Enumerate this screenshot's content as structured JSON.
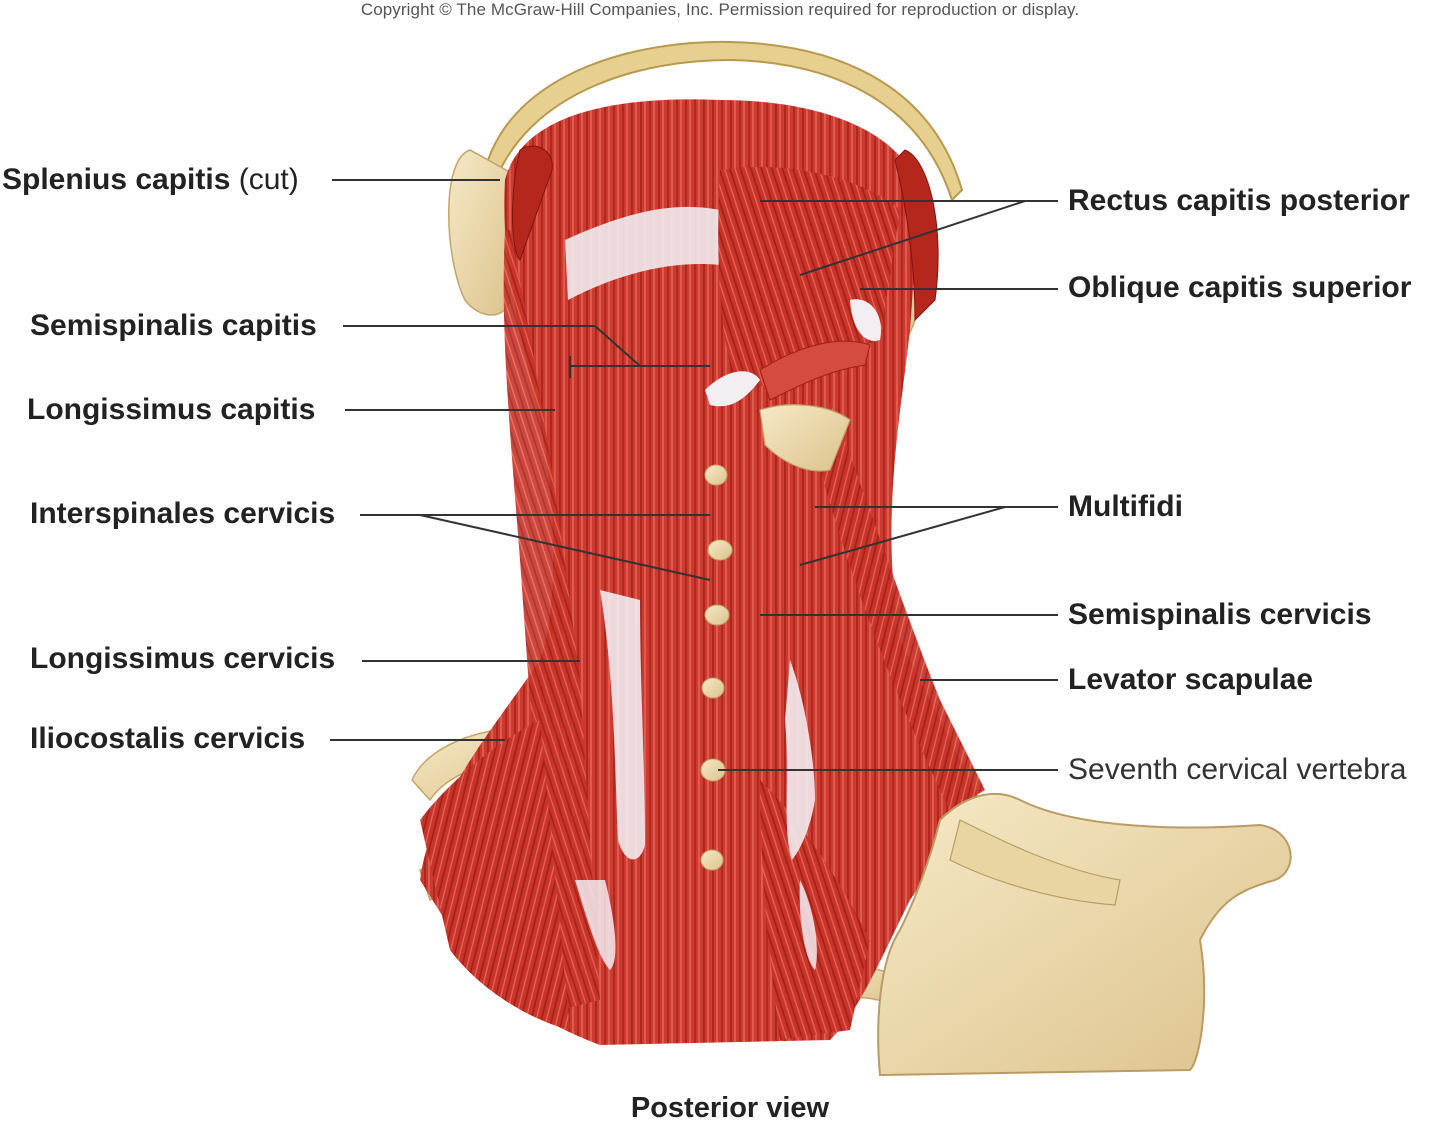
{
  "copyright": "Copyright © The McGraw-Hill Companies, Inc. Permission required for reproduction or display.",
  "caption": "Posterior view",
  "colors": {
    "muscle": "#c9332b",
    "muscle_light": "#e0574b",
    "bone": "#efdcae",
    "tendon": "#f1ebf0",
    "leader": "#333333"
  },
  "labels": {
    "splenius_capitis": "Splenius capitis",
    "splenius_capitis_note": "(cut)",
    "semispinalis_capitis": "Semispinalis capitis",
    "longissimus_capitis": "Longissimus capitis",
    "interspinales_cervicis": "Interspinales cervicis",
    "longissimus_cervicis": "Longissimus cervicis",
    "iliocostalis_cervicis": "Iliocostalis cervicis",
    "rectus_capitis_posterior": "Rectus capitis posterior",
    "oblique_capitis_superior": "Oblique capitis superior",
    "multifidi": "Multifidi",
    "semispinalis_cervicis": "Semispinalis cervicis",
    "levator_scapulae": "Levator scapulae",
    "seventh_cervical_vertebra": "Seventh cervical vertebra"
  }
}
